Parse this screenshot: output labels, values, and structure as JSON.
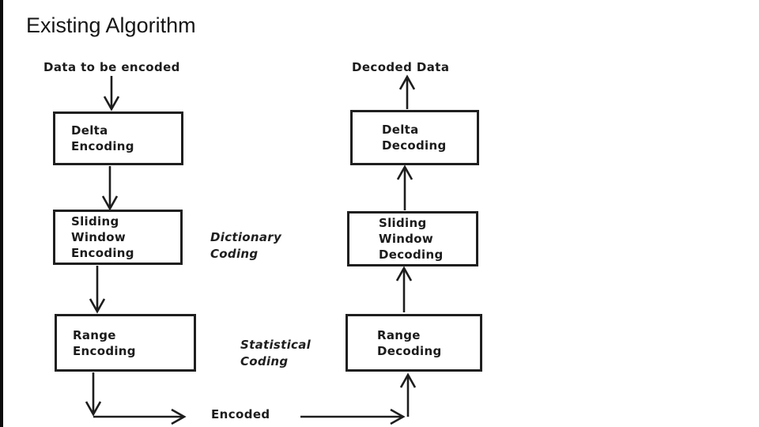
{
  "title": "Existing Algorithm",
  "colors": {
    "ink": "#1d1d1d",
    "background": "#ffffff"
  },
  "encode_flow": {
    "input_label": "Data to be encoded",
    "boxes": [
      {
        "label": "Delta\nEncoding"
      },
      {
        "label": "Sliding\nWindow\nEncoding"
      },
      {
        "label": "Range\nEncoding"
      }
    ],
    "output_label": "Encoded"
  },
  "decode_flow": {
    "output_label": "Decoded Data",
    "boxes": [
      {
        "label": "Delta\nDecoding"
      },
      {
        "label": "Sliding\nWindow\nDecoding"
      },
      {
        "label": "Range\nDecoding"
      }
    ]
  },
  "category_labels": [
    {
      "label": "Dictionary\nCoding"
    },
    {
      "label": "Statistical\nCoding"
    }
  ]
}
